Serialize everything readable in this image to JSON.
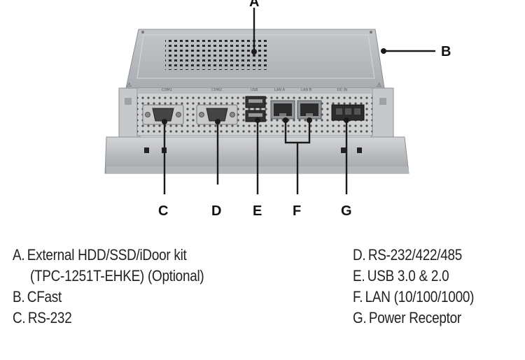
{
  "callouts": {
    "A": "A",
    "B": "B",
    "C": "C",
    "D": "D",
    "E": "E",
    "F": "F",
    "G": "G"
  },
  "legend_left": [
    {
      "key": "A.",
      "text": "External HDD/SSD/iDoor kit"
    },
    {
      "key": "",
      "text": "(TPC-1251T-EHKE) (Optional)"
    },
    {
      "key": "B.",
      "text": "CFast"
    },
    {
      "key": "C.",
      "text": "RS-232"
    }
  ],
  "legend_right": [
    {
      "key": "D.",
      "text": "RS-232/422/485"
    },
    {
      "key": "E.",
      "text": "USB 3.0 & 2.0"
    },
    {
      "key": "F.",
      "text": "LAN (10/100/1000)"
    },
    {
      "key": "G.",
      "text": "Power Receptor"
    }
  ],
  "port_labels": {
    "com1": "COM1",
    "com2": "COM2",
    "usb": "USB",
    "lan_a": "LAN A",
    "lan_b": "LAN B",
    "dc_in": "DC IN"
  },
  "colors": {
    "chassis": "#b7babd",
    "panel": "#c9cbcd",
    "callout_line": "#1a1a1a"
  }
}
